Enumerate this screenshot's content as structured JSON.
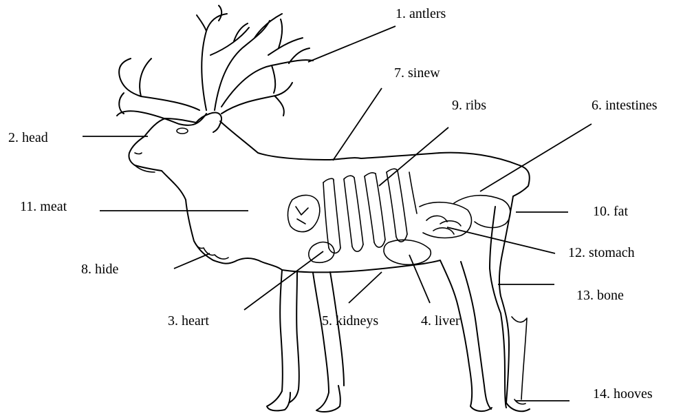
{
  "labels": {
    "antlers": "1. antlers",
    "head": "2. head",
    "heart": "3. heart",
    "liver": "4. liver",
    "kidneys": "5. kidneys",
    "intestines": "6. intestines",
    "sinew": "7. sinew",
    "hide": "8. hide",
    "ribs": "9. ribs",
    "fat": "10. fat",
    "meat": "11. meat",
    "stomach": "12. stomach",
    "bone": "13. bone",
    "hooves": "14. hooves"
  },
  "colors": {
    "ink": "#000000",
    "background": "#ffffff"
  }
}
